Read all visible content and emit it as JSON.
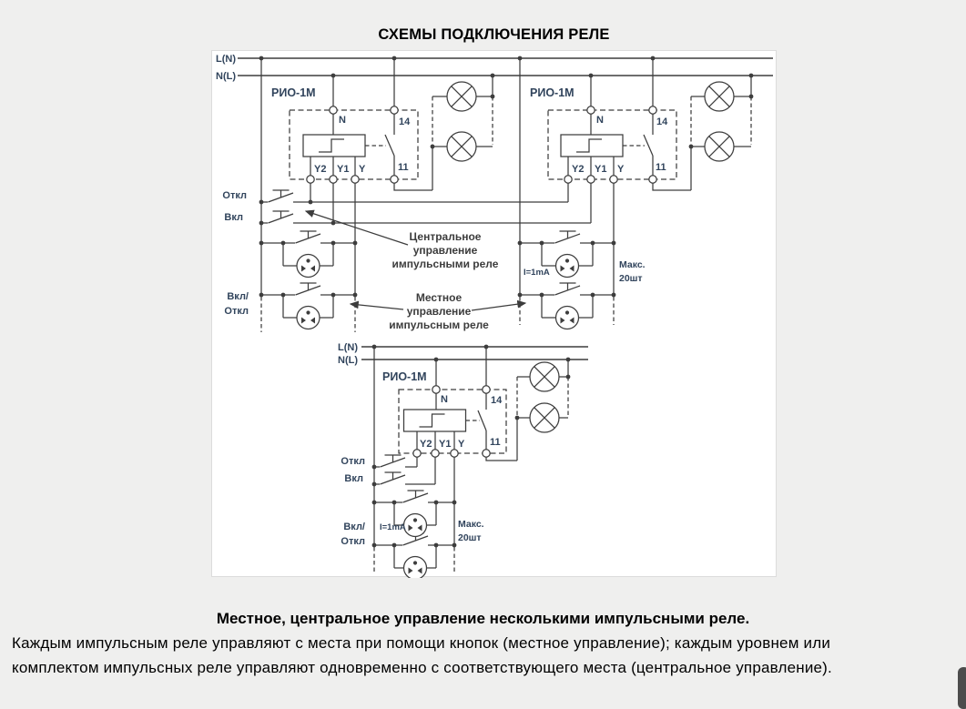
{
  "title": "СХЕМЫ ПОДКЛЮЧЕНИЯ РЕЛЕ",
  "diagram": {
    "relay_model": "РИО-1М",
    "bus": {
      "line": "L(N)",
      "neutral": "N(L)"
    },
    "terminals": {
      "n": "N",
      "no14": "14",
      "y2": "Y2",
      "y1": "Y1",
      "y": "Y",
      "c11": "11"
    },
    "controls": {
      "off": "Откл",
      "on": "Вкл",
      "on_off_1": "Вкл/",
      "on_off_2": "Откл"
    },
    "notes": {
      "current": "I=1mA",
      "max_1": "Макс.",
      "max_2": "20шт"
    },
    "annotations": {
      "central": [
        "Центральное",
        "управление",
        "импульсными реле"
      ],
      "local": [
        "Местное",
        "управление",
        "импульсным реле"
      ]
    }
  },
  "caption": {
    "heading": "Местное, центральное управление несколькими импульсными реле.",
    "line1": "Каждым импульсным реле управляют с места при помощи кнопок (местное управление); каждым уровнем или",
    "line2": "комплектом импульсных реле управляют одновременно с соответствующего места (центральное управление)."
  }
}
